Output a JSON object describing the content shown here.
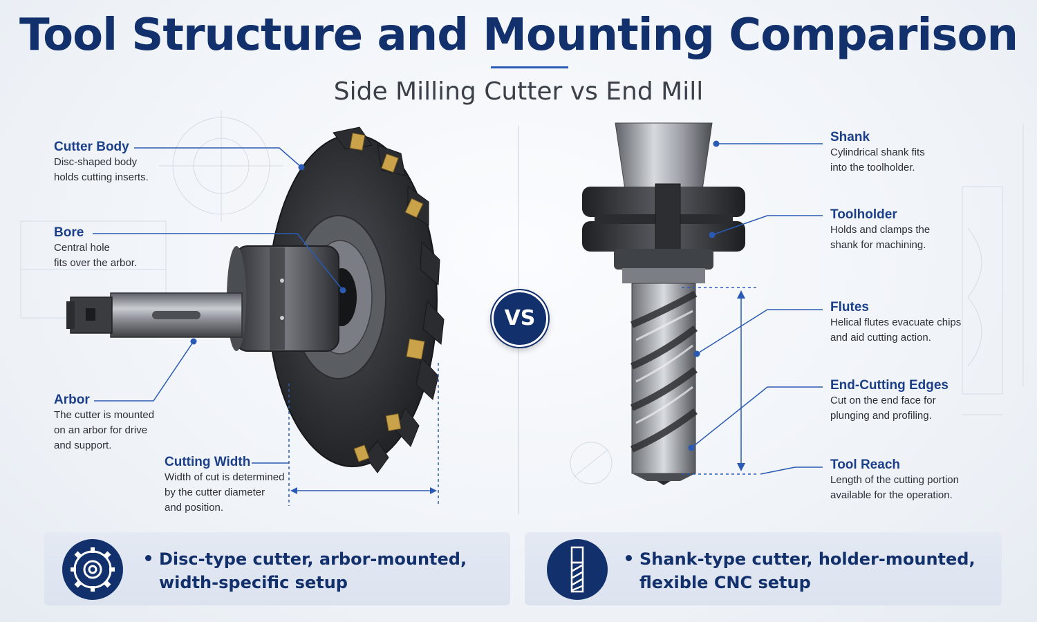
{
  "header": {
    "title": "Tool Structure and Mounting Comparison",
    "subtitle": "Side Milling Cutter vs End Mill"
  },
  "vs_label": "VS",
  "side_mill_labels": [
    {
      "title": "Cutter Body",
      "desc": [
        "Disc-shaped body",
        "holds cutting inserts."
      ]
    },
    {
      "title": "Bore",
      "desc": [
        "Central hole",
        "fits over the arbor."
      ]
    },
    {
      "title": "Arbor",
      "desc": [
        "The cutter is mounted",
        "on an arbor for drive",
        "and support."
      ]
    },
    {
      "title": "Cutting Width",
      "desc": [
        "Width of cut is determined",
        "by the cutter diameter",
        "and position."
      ]
    }
  ],
  "end_mill_labels": [
    {
      "title": "Shank",
      "desc": [
        "Cylindrical shank fits",
        "into the toolholder."
      ]
    },
    {
      "title": "Toolholder",
      "desc": [
        "Holds and clamps the",
        "shank for machining."
      ]
    },
    {
      "title": "Flutes",
      "desc": [
        "Helical flutes evacuate chips",
        "and aid cutting action."
      ]
    },
    {
      "title": "End-Cutting Edges",
      "desc": [
        "Cut on the end face for",
        "plunging and profiling."
      ]
    },
    {
      "title": "Tool Reach",
      "desc": [
        "Length of the cutting portion",
        "available for the operation."
      ]
    }
  ],
  "summary_panels": [
    {
      "icon": "disc-cutter-icon",
      "lines": [
        "Disc-type cutter, arbor-mounted,",
        "width-specific setup"
      ]
    },
    {
      "icon": "end-mill-icon",
      "lines": [
        "Shank-type cutter, holder-mounted,",
        "flexible CNC setup"
      ]
    }
  ],
  "colors": {
    "title": "#12306b",
    "accent": "#2a5ab3",
    "label": "#1c3f8a",
    "insert_gold": "#c9a24a"
  }
}
